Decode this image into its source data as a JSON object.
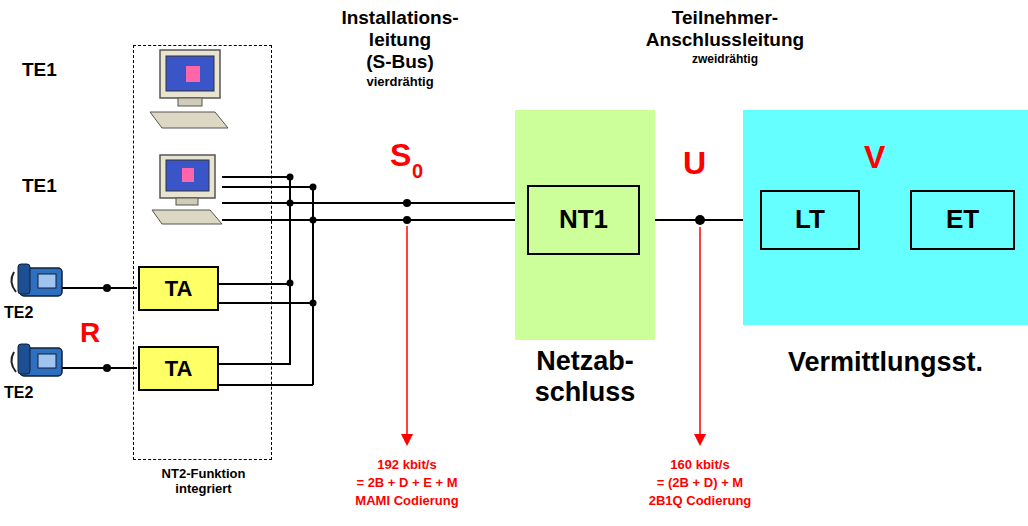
{
  "diagram": {
    "nodes": [
      {
        "text": [
          "NT2-Funktion integriert"
        ]
      },
      {
        "text": [
          "TA"
        ],
        "in": 0
      },
      {
        "text": [
          "TA"
        ],
        "in": 0
      },
      {
        "text": [
          "Netzab- schluss"
        ]
      },
      {
        "text": [
          "NT1"
        ],
        "in": 3
      },
      {
        "text": [
          "Vermittlungsst."
        ]
      },
      {
        "text": [
          "LT"
        ],
        "in": 5
      },
      {
        "text": [
          "ET"
        ],
        "in": 5
      }
    ],
    "edges": [
      {
        "from": 1,
        "to": 4,
        "arrow": "none"
      },
      {
        "from": 2,
        "to": 4,
        "arrow": "none"
      },
      {
        "from": 4,
        "to": 6,
        "arrow": "none"
      },
      {
        "from": 6,
        "to": 7,
        "arrow": "none"
      }
    ],
    "labels": [
      "Installations-",
      "leitung",
      "(S-Bus)",
      "vierdrähtig",
      "Teilnehmer-",
      "Anschlussleitung",
      "zweidrähtig",
      "TE1",
      "TE1",
      "TE2",
      "R",
      "TE2",
      "S",
      "0",
      "U",
      "V",
      "192 kbit/s",
      "= 2B + D + E + M",
      "MAMI Codierung",
      "160 kbit/s",
      "= (2B + D) + M",
      "2B1Q Codierung"
    ]
  }
}
